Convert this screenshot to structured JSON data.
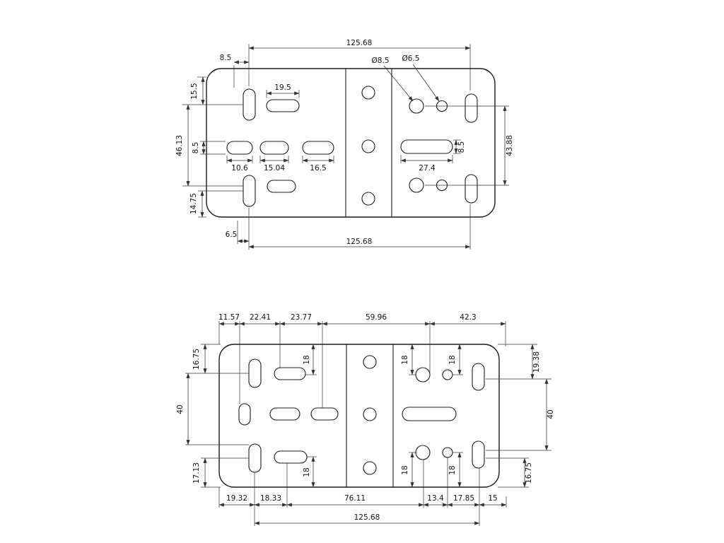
{
  "page": {
    "background": "#ffffff",
    "line_color": "#1b1b1b",
    "dim_color": "#333333"
  },
  "top_view": {
    "dims": {
      "width_top": "125.68",
      "offset_top_left": "8.5",
      "dia_large": "Ø8.5",
      "dia_small": "Ø6.5",
      "left_top": "15.5",
      "left_span": "46.13",
      "left_slot_height": "8.5",
      "left_bottom": "14.75",
      "slot_top_length": "19.5",
      "slot_row_a": "10.6",
      "slot_row_b": "15.04",
      "slot_row_c": "16.5",
      "slot_long": "27.4",
      "right_slot_height": "8.5",
      "right_span": "43.88",
      "offset_bottom_left": "6.5",
      "width_bottom": "125.68"
    }
  },
  "bottom_view": {
    "dims": {
      "chain_top": [
        "11.57",
        "22.41",
        "23.77",
        "59.96",
        "42.3"
      ],
      "left_top": "16.75",
      "left_span": "40",
      "left_bottom": "17.13",
      "right_top": "19.38",
      "right_span": "40",
      "right_bottom": "16.75",
      "hole_offset_top_left": "18",
      "hole_offset_top_mid": "18",
      "hole_offset_top_right": "18",
      "hole_offset_bottom_left": "18",
      "hole_offset_bottom_mid": "18",
      "hole_offset_bottom_right": "18",
      "chain_bottom": [
        "19.32",
        "18.33",
        "76.11",
        "13.4",
        "17.85",
        "15"
      ],
      "width_bottom": "125.68"
    }
  }
}
